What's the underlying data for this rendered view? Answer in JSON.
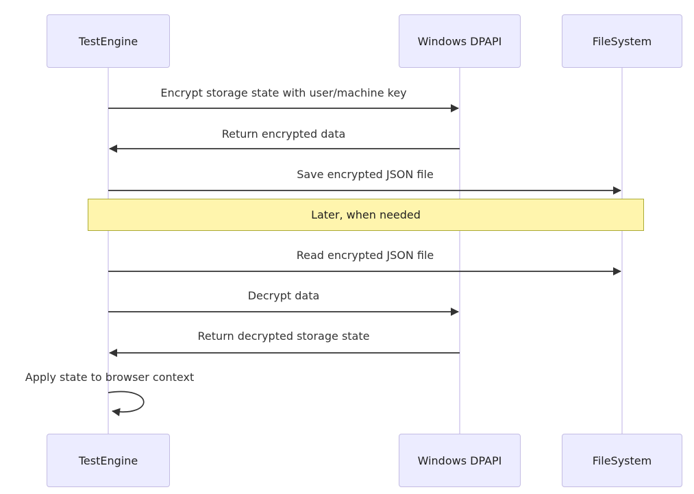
{
  "diagram": {
    "type": "sequence-diagram",
    "actors": [
      {
        "id": "testengine",
        "label": "TestEngine"
      },
      {
        "id": "windows-dpapi",
        "label": "Windows DPAPI"
      },
      {
        "id": "filesystem",
        "label": "FileSystem"
      }
    ],
    "messages": [
      {
        "from": "TestEngine",
        "to": "Windows DPAPI",
        "label": "Encrypt storage state with user/machine key",
        "arrow": "solid"
      },
      {
        "from": "Windows DPAPI",
        "to": "TestEngine",
        "label": "Return encrypted data",
        "arrow": "solid"
      },
      {
        "from": "TestEngine",
        "to": "FileSystem",
        "label": "Save encrypted JSON file",
        "arrow": "solid"
      },
      {
        "type": "note",
        "over": "TestEngine,FileSystem",
        "label": "Later, when needed"
      },
      {
        "from": "TestEngine",
        "to": "FileSystem",
        "label": "Read encrypted JSON file",
        "arrow": "solid"
      },
      {
        "from": "TestEngine",
        "to": "Windows DPAPI",
        "label": "Decrypt data",
        "arrow": "solid"
      },
      {
        "from": "Windows DPAPI",
        "to": "TestEngine",
        "label": "Return decrypted storage state",
        "arrow": "solid"
      },
      {
        "from": "TestEngine",
        "to": "TestEngine",
        "label": "Apply state to browser context",
        "arrow": "self-loop"
      }
    ],
    "colors": {
      "actor_fill": "#ECECFF",
      "actor_border": "#c3bbe3",
      "note_fill": "#fff5ad",
      "note_border": "#aaaa33",
      "lifeline": "#d5cdee",
      "message_line": "#333333",
      "text": "#333333",
      "background": "#ffffff"
    }
  }
}
